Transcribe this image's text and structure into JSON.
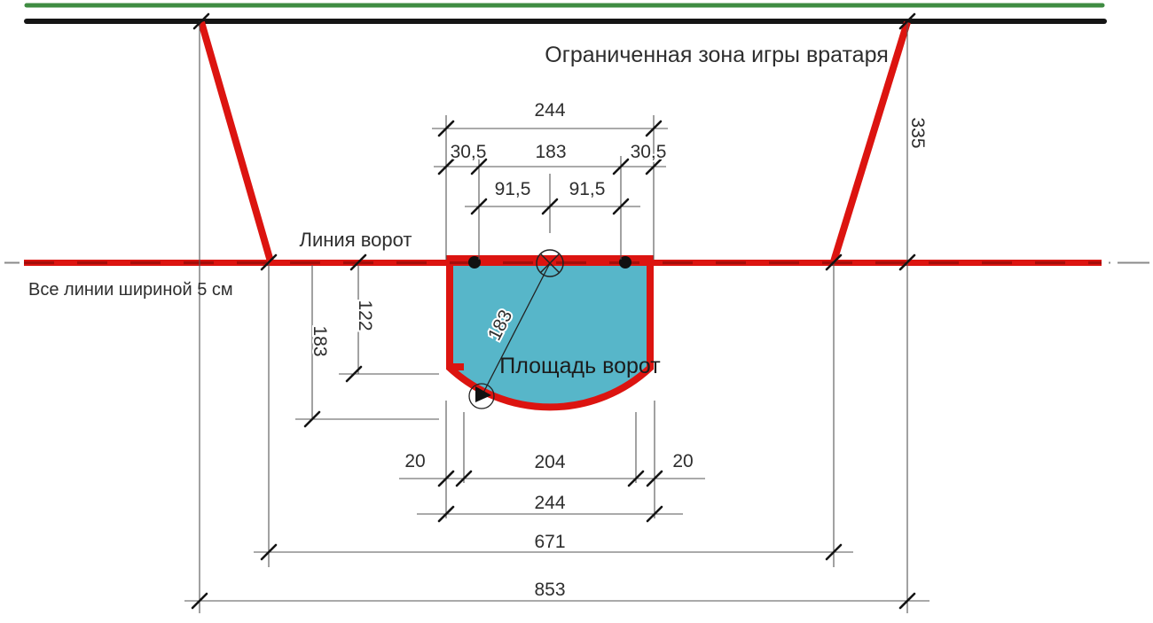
{
  "labels": {
    "restricted_zone": "Ограниченная зона игры вратаря",
    "goal_line": "Линия ворот",
    "lines_width_note": "Все линии шириной 5 см",
    "goal_area": "Площадь ворот"
  },
  "dimensions": {
    "outer_width_top": "244",
    "left_offset": "30,5",
    "goal_width": "183",
    "right_offset": "30,5",
    "half_width_left": "91,5",
    "half_width_right": "91,5",
    "post_depth": "122",
    "area_depth": "183",
    "arc_radius": "183",
    "zone_depth": "335",
    "margin_left": "20",
    "inner_width_bottom": "204",
    "margin_right": "20",
    "outer_width_bottom": "244",
    "zone_width_goal_line": "671",
    "zone_width_barrier": "853"
  },
  "colors": {
    "line_red": "#dc1410",
    "line_red_dark": "#a50d0a",
    "board_green": "#3f8c42",
    "barrier_black": "#151515",
    "area_blue": "#57b6c9",
    "dim_gray": "#555555",
    "tick_black": "#141414",
    "end_gray": "#8a8a8a"
  }
}
